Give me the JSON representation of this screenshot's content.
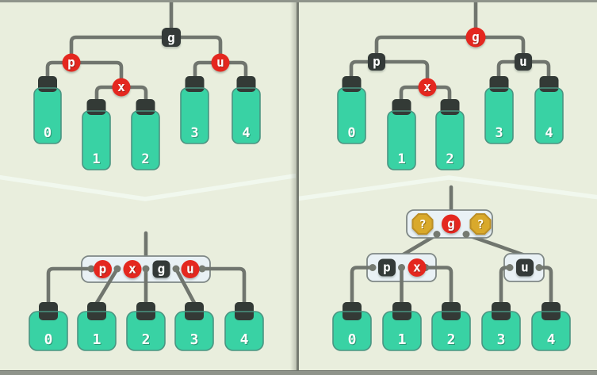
{
  "colors": {
    "background": "#e9eedd",
    "frame": "#8f948b",
    "divider": "#767b72",
    "connector": "#70756e",
    "chevron": "#f1f8ee",
    "node_fill": "#39d2a4",
    "node_stroke": "#4a9481",
    "cap_fill": "#333a36",
    "red_badge": "#e4271f",
    "dark_badge": "#343a38",
    "gold_badge": "#d9a92b",
    "gold_badge_stroke": "#bc8f25",
    "container_fill": "#e9f1f5",
    "container_stroke": "#7f8886",
    "dot": "#757a71",
    "badge_text": "#ffffff",
    "node_text": "#ffffff"
  },
  "panels": {
    "top_left": {
      "badges": {
        "g": "g",
        "p": "p",
        "x": "x",
        "u": "u"
      },
      "leaves": [
        "0",
        "1",
        "2",
        "3",
        "4"
      ]
    },
    "top_right": {
      "badges": {
        "g": "g",
        "p": "p",
        "x": "x",
        "u": "u"
      },
      "leaves": [
        "0",
        "1",
        "2",
        "3",
        "4"
      ]
    },
    "bottom_left": {
      "badges": {
        "p": "p",
        "x": "x",
        "g": "g",
        "u": "u"
      },
      "leaves": [
        "0",
        "1",
        "2",
        "3",
        "4"
      ]
    },
    "bottom_right": {
      "badges": {
        "q_left": "?",
        "g": "g",
        "q_right": "?",
        "p": "p",
        "x": "x",
        "u": "u"
      },
      "leaves": [
        "0",
        "1",
        "2",
        "3",
        "4"
      ]
    }
  }
}
